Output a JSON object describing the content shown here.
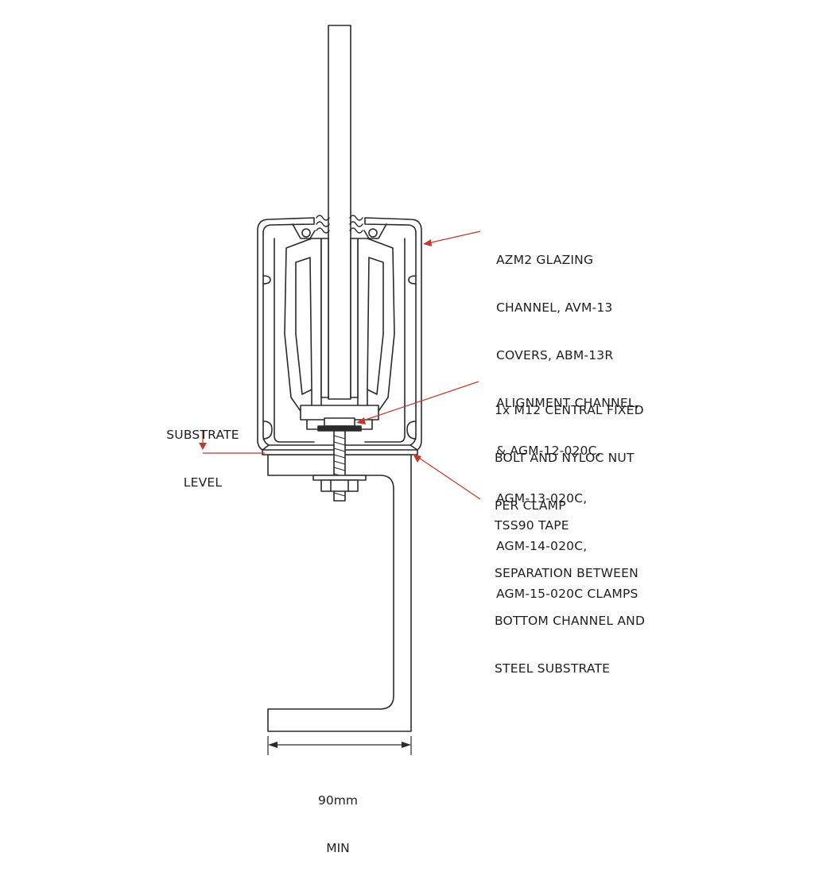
{
  "callouts": {
    "glazing_channel": {
      "lines": [
        "AZM2 GLAZING",
        "CHANNEL, AVM-13",
        "COVERS, ABM-13R",
        "ALIGNMENT CHANNEL,",
        "& AGM-12-020C,",
        "AGM-13-020C,",
        "AGM-14-020C,",
        "AGM-15-020C CLAMPS"
      ]
    },
    "bolt": {
      "lines": [
        "1x M12 CENTRAL FIXED",
        "BOLT AND NYLOC NUT",
        "PER CLAMP"
      ]
    },
    "tape": {
      "lines": [
        "TSS90 TAPE",
        "SEPARATION BETWEEN",
        "BOTTOM CHANNEL AND",
        "STEEL SUBSTRATE"
      ]
    },
    "substrate": {
      "lines": [
        "SUBSTRATE",
        "LEVEL"
      ]
    }
  },
  "dimension": {
    "lines": [
      "90mm",
      "MIN"
    ]
  },
  "colors": {
    "line": "#2a2a2a",
    "leader": "#c0392b",
    "background": "#ffffff"
  }
}
